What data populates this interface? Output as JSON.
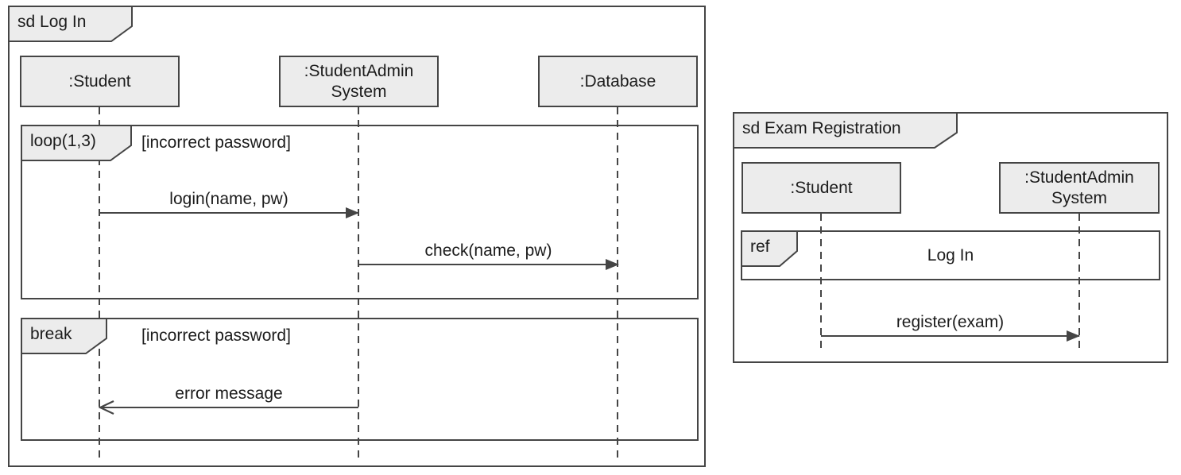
{
  "colors": {
    "background": "#ffffff",
    "box_fill": "#ececec",
    "line": "#454545",
    "text": "#1c1c1c"
  },
  "login_diagram": {
    "title": "sd Log In",
    "lifelines": {
      "student": ":Student",
      "admin": {
        "line1": ":StudentAdmin",
        "line2": "System"
      },
      "database": ":Database"
    },
    "loop_fragment": {
      "operator": "loop(1,3)",
      "guard": "[incorrect password]"
    },
    "break_fragment": {
      "operator": "break",
      "guard": "[incorrect password]"
    },
    "messages": {
      "login": {
        "label": "login(name, pw)",
        "from": ":Student",
        "to": ":StudentAdminSystem",
        "arrow": "filled"
      },
      "check": {
        "label": "check(name, pw)",
        "from": ":StudentAdminSystem",
        "to": ":Database",
        "arrow": "filled"
      },
      "error": {
        "label": "error message",
        "from": ":StudentAdminSystem",
        "to": ":Student",
        "arrow": "open"
      }
    }
  },
  "exam_diagram": {
    "title": "sd Exam Registration",
    "lifelines": {
      "student": ":Student",
      "admin": {
        "line1": ":StudentAdmin",
        "line2": "System"
      }
    },
    "ref_fragment": {
      "operator": "ref",
      "reference": "Log In"
    },
    "messages": {
      "register": {
        "label": "register(exam)",
        "from": ":Student",
        "to": ":StudentAdminSystem",
        "arrow": "filled"
      }
    }
  }
}
